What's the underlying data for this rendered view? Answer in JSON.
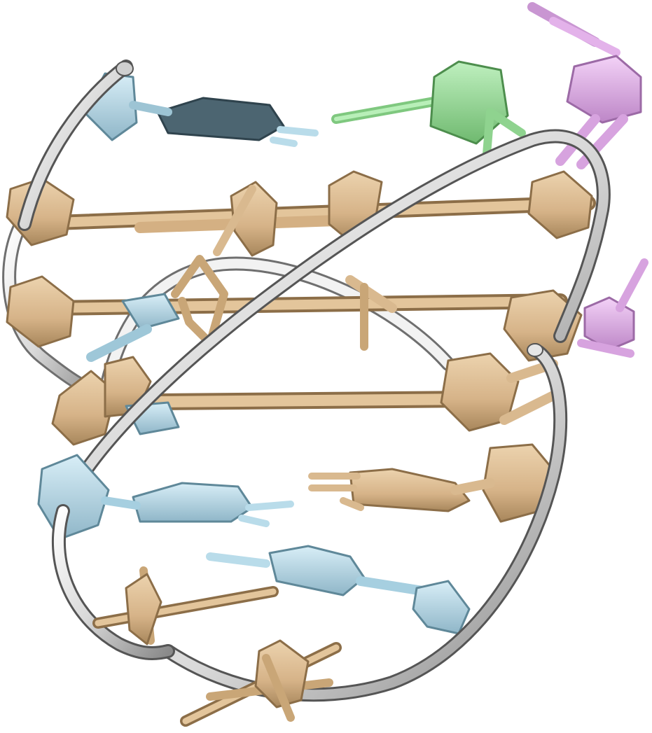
{
  "figure": {
    "kind": "molecular-structure-render",
    "colors": {
      "background": "#ffffff",
      "guanine_tan": "#d9b98f",
      "guanine_tan_dark": "#a8875c",
      "pyrimidine_blue": "#b9dcea",
      "pyrimidine_blue_dark": "#7ea9bd",
      "residue_green": "#9ad89a",
      "residue_green_dark": "#5aa35a",
      "residue_pink": "#e3b2ea",
      "residue_pink_dark": "#b77fc0",
      "backbone_light": "#f4f4f4",
      "backbone_mid": "#bdbdbd",
      "backbone_dark": "#6f6f6f"
    },
    "components": [
      {
        "id": "backbone",
        "icon": "backbone-ribbon"
      },
      {
        "id": "g-tetrad-1",
        "icon": "guanine-base"
      },
      {
        "id": "g-tetrad-2",
        "icon": "guanine-base"
      },
      {
        "id": "g-tetrad-3",
        "icon": "guanine-base"
      },
      {
        "id": "loop-bases-blue",
        "icon": "pyrimidine-base"
      },
      {
        "id": "residue-green",
        "icon": "residue-base"
      },
      {
        "id": "residue-pink",
        "icon": "residue-base"
      }
    ]
  }
}
